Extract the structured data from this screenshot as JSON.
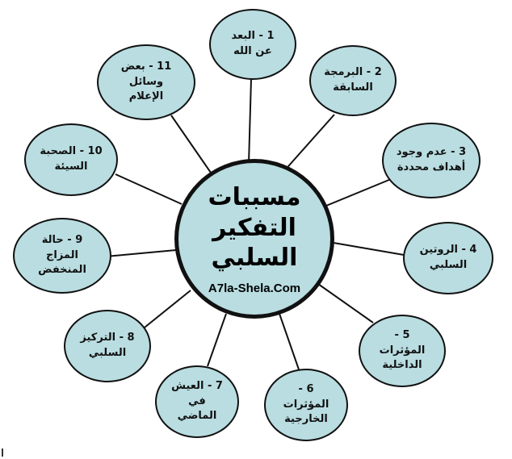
{
  "center": {
    "title": "مسببات\nالتفكير السلبي",
    "website": "A7la-Shela.Com"
  },
  "causes": [
    {
      "label": "1 - البعد عن الله"
    },
    {
      "label": "2 - البرمجة\nالسابقة"
    },
    {
      "label": "3 - عدم وجود\nأهداف محددة"
    },
    {
      "label": "4 - الروتين\nالسلبي"
    },
    {
      "label": "5 - المؤثرات\nالداخلية"
    },
    {
      "label": "6 - المؤثرات\nالخارجية"
    },
    {
      "label": "7 - العيش في\nالماضي"
    },
    {
      "label": "8 - التركيز\nالسلبي"
    },
    {
      "label": "9 - حالة المزاج\nالمنخفض"
    },
    {
      "label": "10 - الصحبة\nالسيئة"
    },
    {
      "label": "11 - بعض وسائل\nالإعلام"
    }
  ],
  "colors": {
    "node_fill": "#b9dde1",
    "outline": "#111111"
  }
}
